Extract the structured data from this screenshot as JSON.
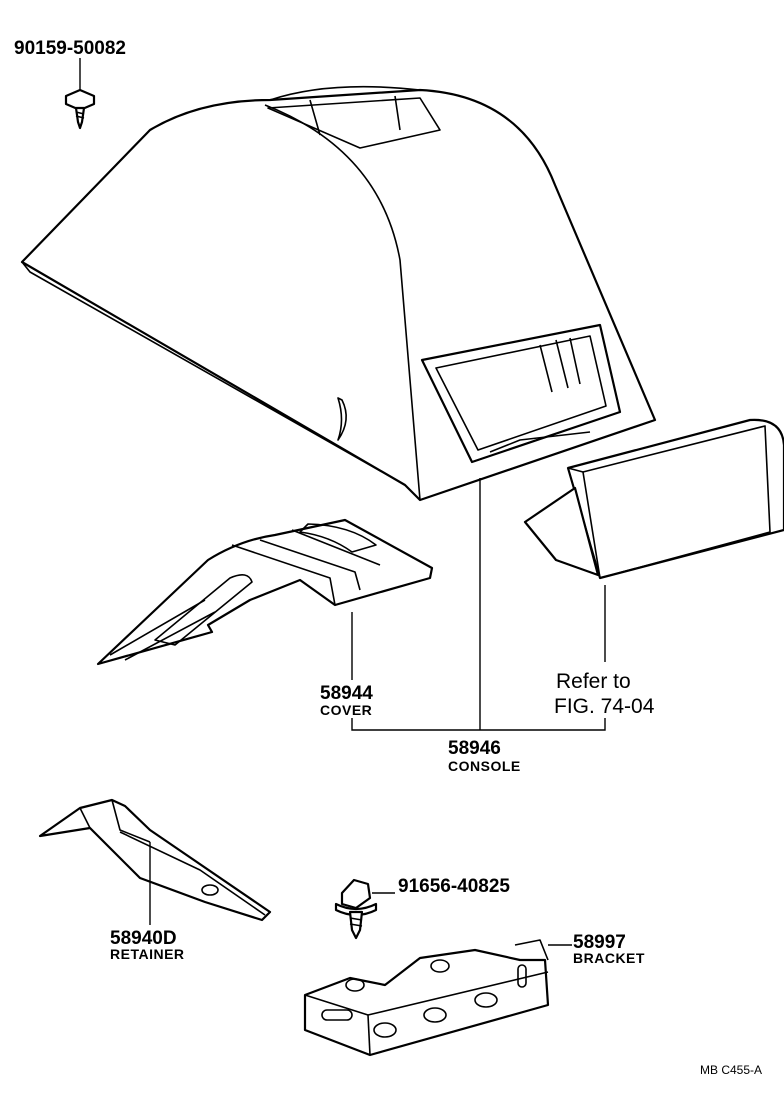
{
  "diagram": {
    "drawing_code": "MB  C455-A",
    "parts": [
      {
        "part_no": "90159-50082",
        "name": "",
        "icon": "screw-icon"
      },
      {
        "part_no": "58944",
        "name": "COVER",
        "icon": "cover-plate-icon"
      },
      {
        "part_no": "58946",
        "name": "CONSOLE",
        "icon": "console-icon"
      },
      {
        "part_no": "58940D",
        "name": "RETAINER",
        "icon": "retainer-icon"
      },
      {
        "part_no": "91656-40825",
        "name": "",
        "icon": "bolt-icon"
      },
      {
        "part_no": "58997",
        "name": "BRACKET",
        "icon": "bracket-icon"
      }
    ],
    "reference": {
      "line1": "Refer to",
      "line2": "FIG. 74-04",
      "icon": "box-icon"
    }
  }
}
